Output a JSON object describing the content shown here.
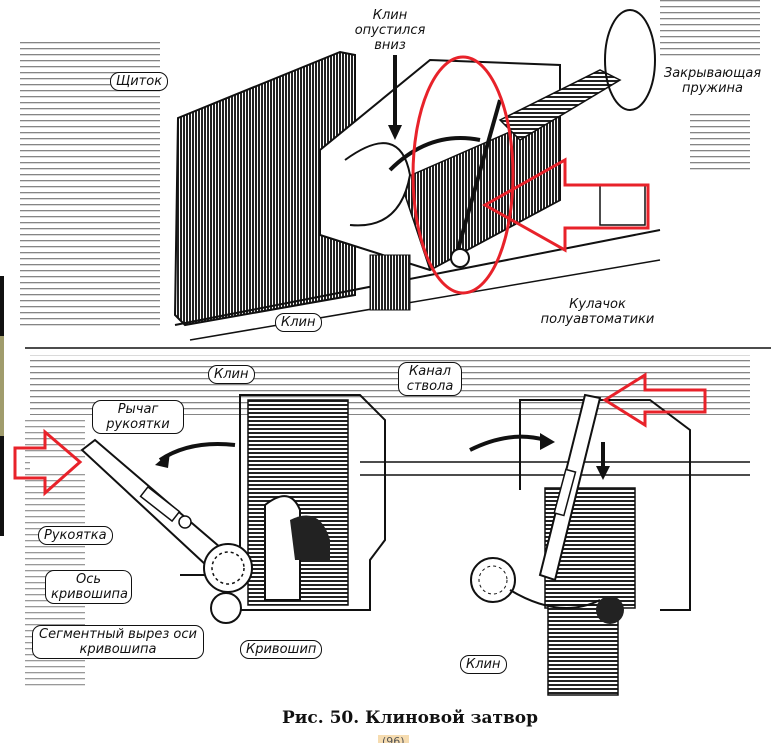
{
  "figure": {
    "caption": "Рис. 50. Клиновой затвор",
    "page_number": "(96)",
    "top_view": {
      "labels": {
        "wedge_lowered": "Клин опустился вниз",
        "shield": "Щиток",
        "closing_spring": "Закрывающая пружина",
        "cam": "Кулачок полуавтоматики",
        "wedge": "Клин"
      }
    },
    "bottom_left_view": {
      "labels": {
        "wedge": "Клин",
        "bore": "Канал ствола",
        "handle_lever": "Рычаг рукоятки",
        "handle": "Рукоятка",
        "crank_axis": "Ось кривошипа",
        "segment_cut": "Сегментный вырез оси кривошипа",
        "crank": "Кривошип"
      }
    },
    "bottom_right_view": {
      "labels": {
        "wedge": "Клин"
      }
    }
  },
  "colors": {
    "annotation": "#e8222a",
    "ink": "#111111",
    "strip_dark": "#111111",
    "strip_olive": "#a09c6c"
  }
}
